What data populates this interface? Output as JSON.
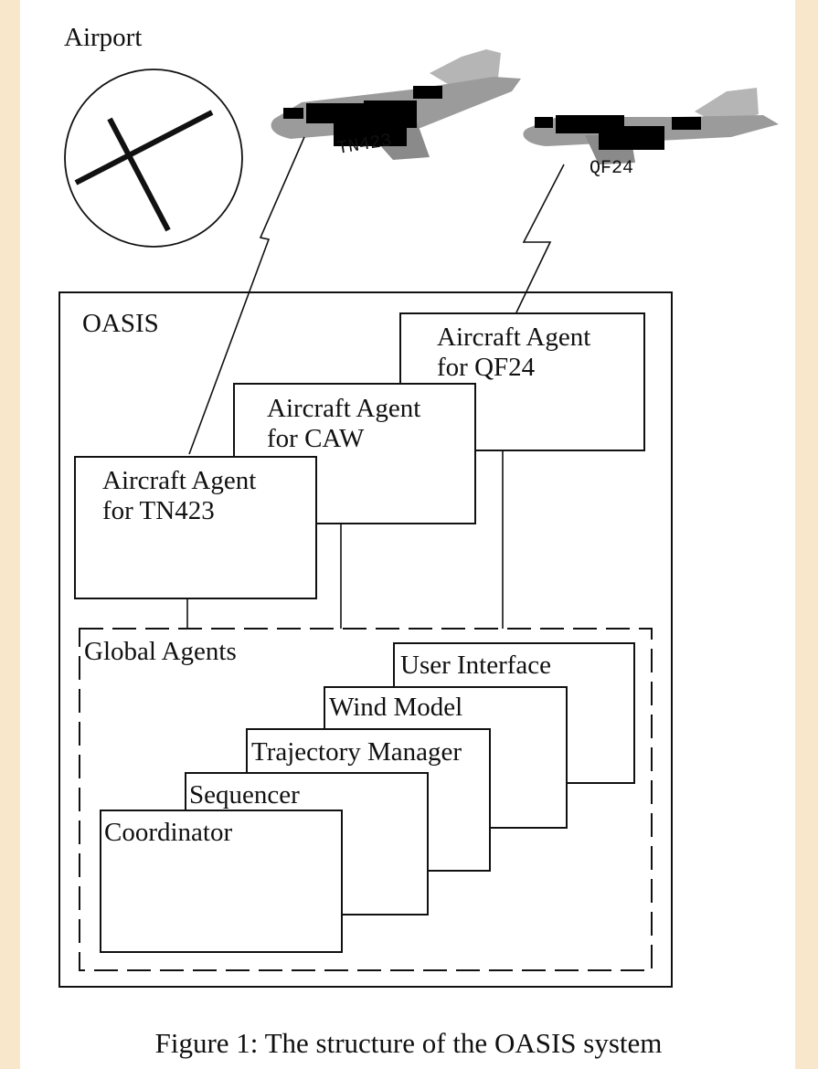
{
  "airport": {
    "label": "Airport"
  },
  "aircraft": [
    {
      "callsign": "TN423"
    },
    {
      "callsign": "QF24"
    }
  ],
  "oasis": {
    "label": "OASIS",
    "aircraft_agents": [
      {
        "line1": "Aircraft Agent",
        "line2": "for QF24"
      },
      {
        "line1": "Aircraft Agent",
        "line2": "for CAW"
      },
      {
        "line1": "Aircraft Agent",
        "line2": "for TN423"
      }
    ],
    "global_agents": {
      "label": "Global Agents",
      "agents": [
        "User Interface",
        "Wind Model",
        "Trajectory Manager",
        "Sequencer",
        "Coordinator"
      ]
    }
  },
  "caption": "Figure 1: The structure of the OASIS system"
}
